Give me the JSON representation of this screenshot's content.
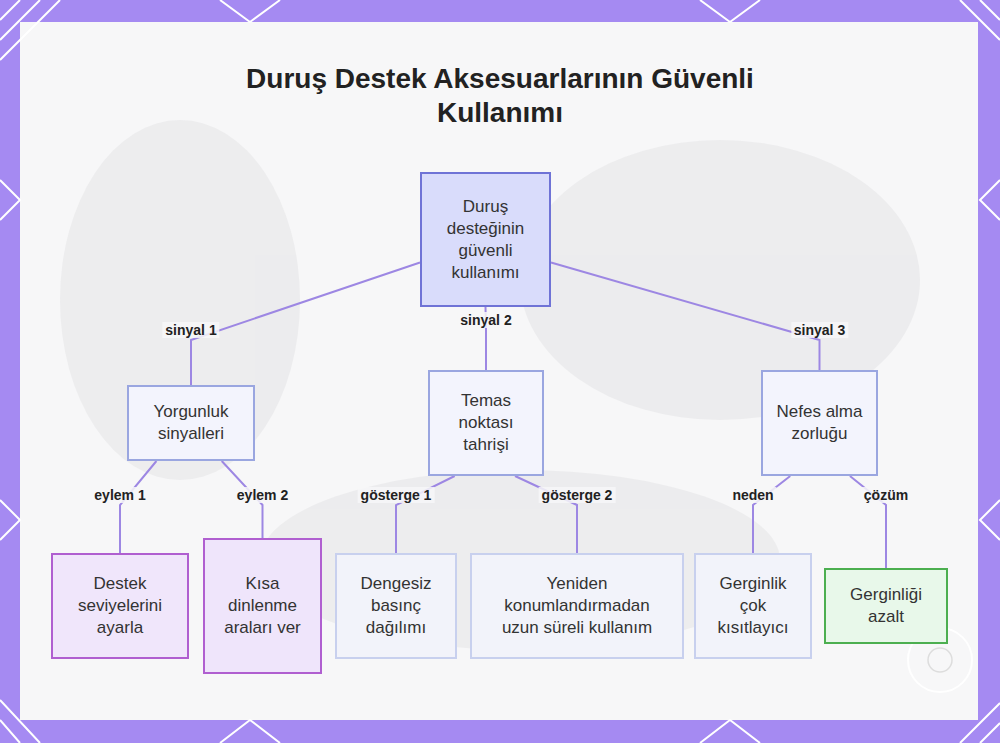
{
  "diagram": {
    "title": "Duruş Destek Aksesuarlarının Güvenli Kullanımı",
    "nodes": [
      {
        "text": [
          "Duruş desteğinin güvenli kullanımı"
        ]
      },
      {
        "text": [
          "Yorgunluk sinyalleri"
        ]
      },
      {
        "text": [
          "Temas noktası tahrişi"
        ]
      },
      {
        "text": [
          "Nefes alma zorluğu"
        ]
      },
      {
        "text": [
          "Destek seviyelerini ayarla"
        ]
      },
      {
        "text": [
          "Kısa dinlenme araları ver"
        ]
      },
      {
        "text": [
          "Dengesiz basınç dağılımı"
        ]
      },
      {
        "text": [
          "Yeniden konumlandırmadan uzun süreli kullanım"
        ]
      },
      {
        "text": [
          "Gerginlik çok kısıtlayıcı"
        ]
      },
      {
        "text": [
          "Gerginliği azalt"
        ]
      }
    ],
    "edges": [
      {
        "from": 0,
        "to": 1,
        "label": "sinyal 1",
        "arrow": "none"
      },
      {
        "from": 0,
        "to": 2,
        "label": "sinyal 2",
        "arrow": "none"
      },
      {
        "from": 0,
        "to": 3,
        "label": "sinyal 3",
        "arrow": "none"
      },
      {
        "from": 1,
        "to": 4,
        "label": "eylem 1",
        "arrow": "none"
      },
      {
        "from": 1,
        "to": 5,
        "label": "eylem 2",
        "arrow": "none"
      },
      {
        "from": 2,
        "to": 6,
        "label": "gösterge 1",
        "arrow": "none"
      },
      {
        "from": 2,
        "to": 7,
        "label": "gösterge 2",
        "arrow": "none"
      },
      {
        "from": 3,
        "to": 8,
        "label": "neden",
        "arrow": "none"
      },
      {
        "from": 3,
        "to": 9,
        "label": "çözüm",
        "arrow": "none"
      }
    ]
  }
}
